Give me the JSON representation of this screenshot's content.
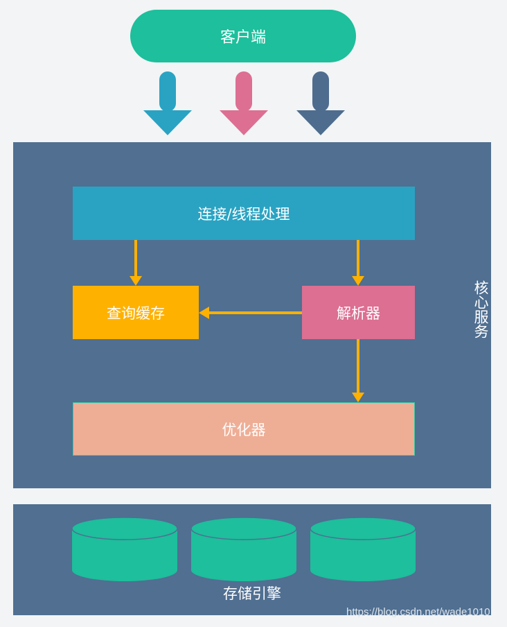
{
  "client": {
    "label": "客户端"
  },
  "core": {
    "label": "核心服务",
    "connection": "连接/线程处理",
    "query_cache": "查询缓存",
    "parser": "解析器",
    "optimizer": "优化器"
  },
  "engine": {
    "label": "存储引擎"
  },
  "watermark": "https://blog.csdn.net/wade1010",
  "colors": {
    "client": "#1dbf9c",
    "arrow_1": "#2aa3c3",
    "arrow_2": "#dc6f92",
    "arrow_3": "#4e6c8e",
    "panel": "#506f91",
    "connection": "#2aa3c3",
    "query_cache": "#ffb100",
    "parser": "#dc6f92",
    "optimizer": "#eeae96",
    "flow_arrow": "#ffb100",
    "cylinder": "#1dbf9c"
  }
}
